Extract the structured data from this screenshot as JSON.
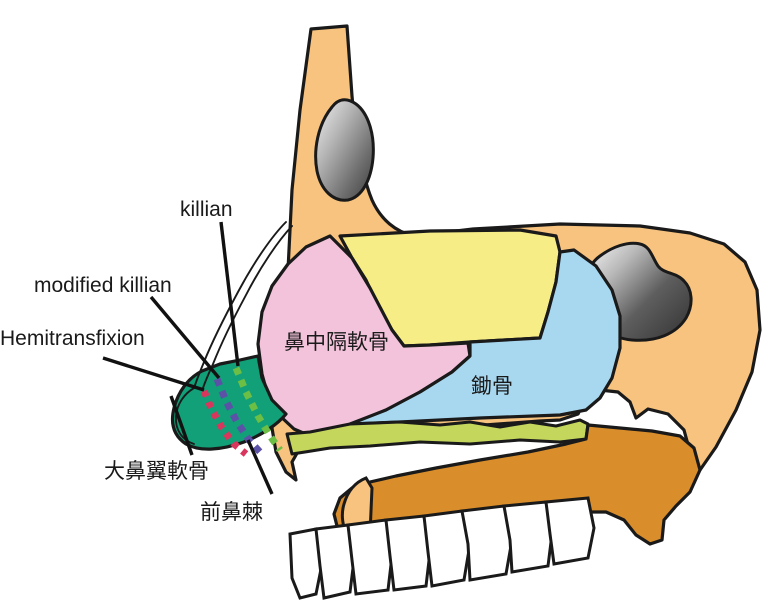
{
  "figure": {
    "title": "Sagittal section of nasal septum showing septoplasty incision approaches",
    "background_color": "#ffffff"
  },
  "labels": {
    "killian": "killian",
    "modified_killian": "modified killian",
    "hemitransfixion": "Hemitransfixion",
    "septal_cartilage": "鼻中隔軟骨",
    "vomer": "鋤骨",
    "greater_alar_cartilage": "大鼻翼軟骨",
    "anterior_nasal_spine": "前鼻棘"
  },
  "incision_lines": [
    {
      "name": "killian",
      "color": "#6cbe45",
      "label": "killian"
    },
    {
      "name": "modified-killian",
      "color": "#5b52a8",
      "label": "modified killian"
    },
    {
      "name": "hemitransfixion",
      "color": "#d9365e",
      "label": "Hemitransfixion"
    }
  ],
  "regions": [
    {
      "name": "bone",
      "label": "",
      "color": "#f7c37e"
    },
    {
      "name": "septal-cartilage",
      "label": "鼻中隔軟骨",
      "color": "#f2c3da"
    },
    {
      "name": "perpendicular-plate-ethmoid",
      "label": "",
      "color": "#f7ed86"
    },
    {
      "name": "vomer",
      "label": "鋤骨",
      "color": "#a8d8f0"
    },
    {
      "name": "greater-alar-cartilage",
      "label": "大鼻翼軟骨",
      "color": "#11a077"
    },
    {
      "name": "maxillary-crest",
      "label": "",
      "color": "#c4d65c"
    },
    {
      "name": "palatine-maxilla",
      "label": "",
      "color": "#d98d2b"
    },
    {
      "name": "teeth",
      "label": "",
      "color": "#ffffff"
    },
    {
      "name": "frontal-sinus-cavity",
      "label": "",
      "color": "#4a4a4a"
    },
    {
      "name": "sphenoid-sinus-cavity",
      "label": "",
      "color": "#4a4a4a"
    }
  ],
  "outline_color": "#1a1a1a"
}
